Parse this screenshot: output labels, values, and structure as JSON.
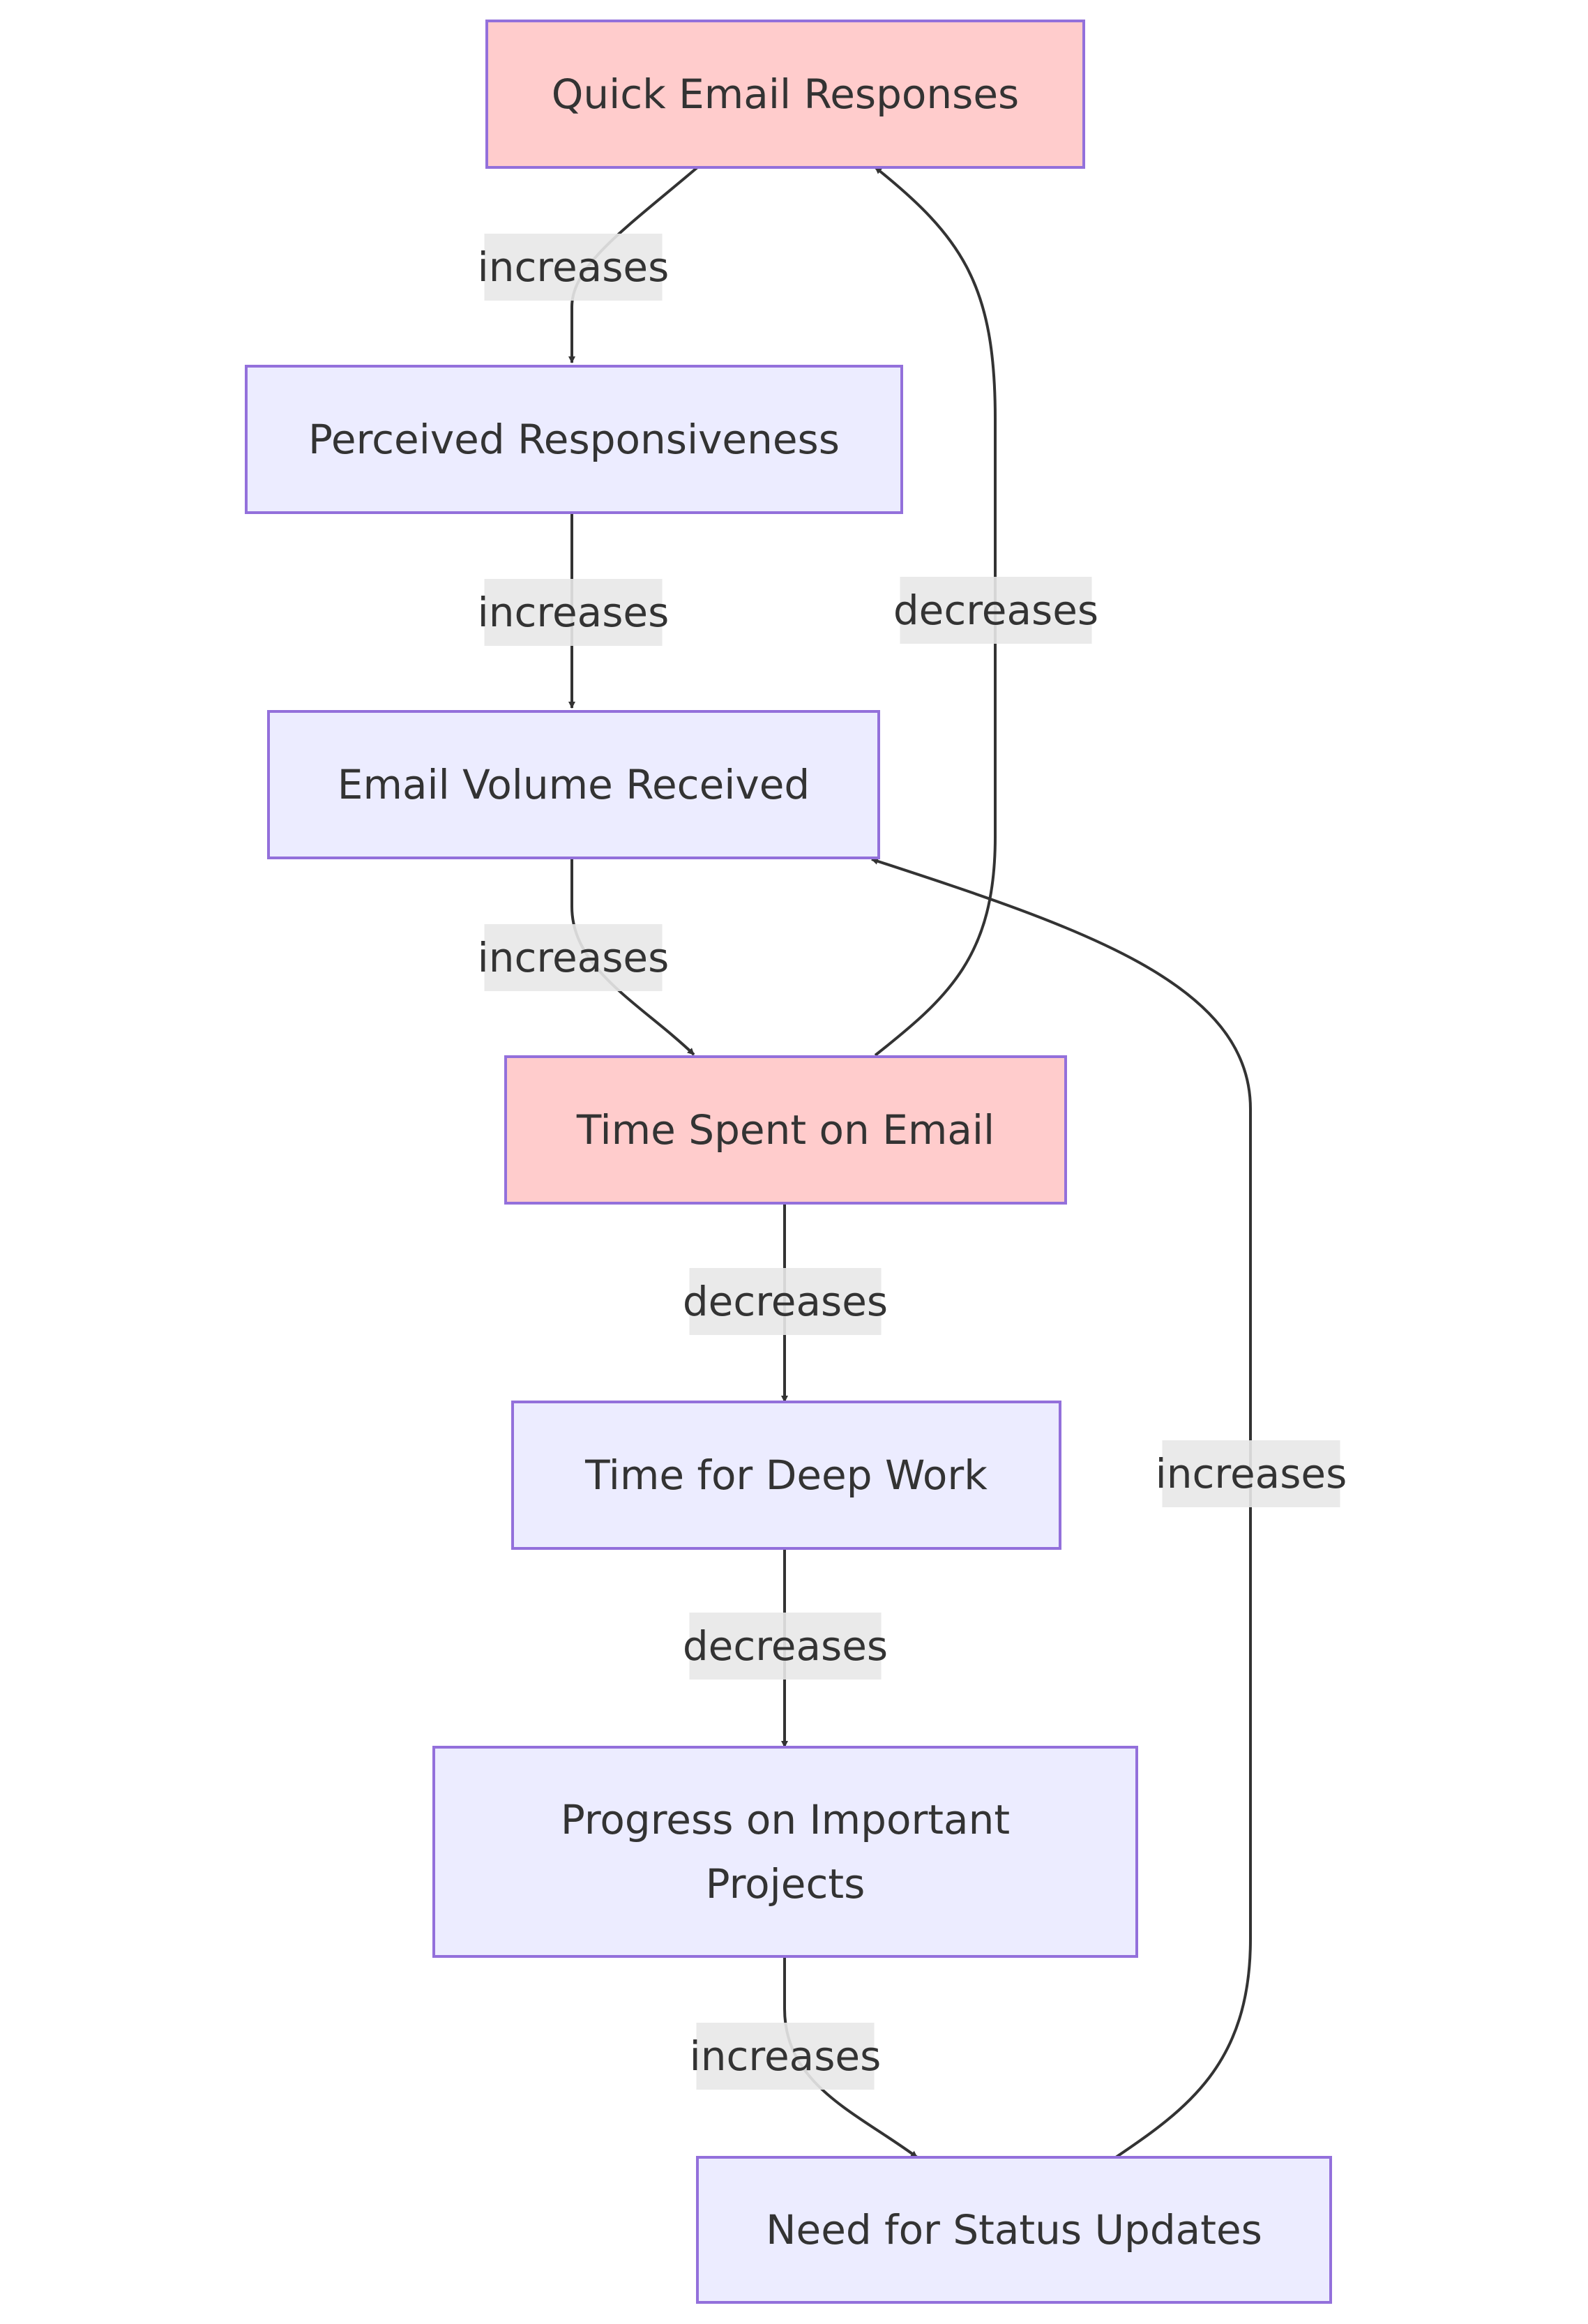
{
  "colors": {
    "default_fill": "#ececff",
    "highlight_fill": "#ffcccc",
    "border": "#9370db",
    "edge": "#333333",
    "label_bg": "#e8e8e8",
    "text": "#333333"
  },
  "nodes": [
    {
      "id": "quick_email",
      "label": "Quick Email Responses",
      "highlight": true
    },
    {
      "id": "perceived",
      "label": "Perceived Responsiveness",
      "highlight": false
    },
    {
      "id": "volume",
      "label": "Email Volume Received",
      "highlight": false
    },
    {
      "id": "time_email",
      "label": "Time Spent on Email",
      "highlight": true
    },
    {
      "id": "deep_work",
      "label": "Time for Deep Work",
      "highlight": false
    },
    {
      "id": "progress",
      "label": "Progress on Important Projects",
      "highlight": false
    },
    {
      "id": "status",
      "label": "Need for Status Updates",
      "highlight": false
    }
  ],
  "edges": [
    {
      "id": "e1",
      "from": "quick_email",
      "to": "perceived",
      "label": "increases"
    },
    {
      "id": "e2",
      "from": "perceived",
      "to": "volume",
      "label": "increases"
    },
    {
      "id": "e3",
      "from": "volume",
      "to": "time_email",
      "label": "increases"
    },
    {
      "id": "e4",
      "from": "time_email",
      "to": "deep_work",
      "label": "decreases"
    },
    {
      "id": "e5",
      "from": "deep_work",
      "to": "progress",
      "label": "decreases"
    },
    {
      "id": "e6",
      "from": "progress",
      "to": "status",
      "label": "increases"
    },
    {
      "id": "e7",
      "from": "status",
      "to": "volume",
      "label": "increases"
    },
    {
      "id": "e8",
      "from": "time_email",
      "to": "quick_email",
      "label": "decreases"
    }
  ]
}
